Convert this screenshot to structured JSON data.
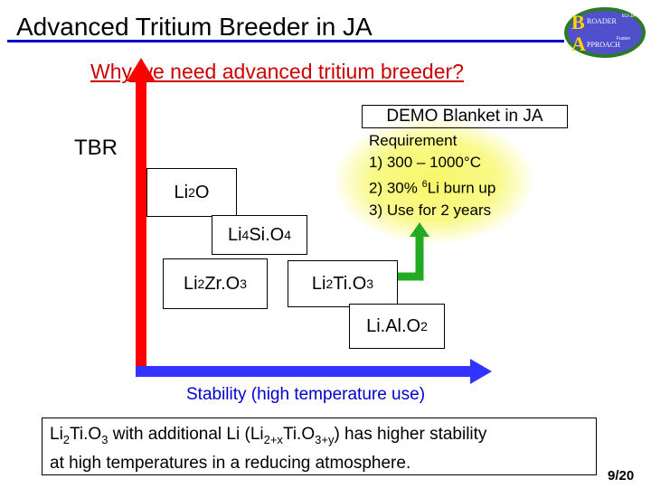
{
  "title": "Advanced Tritium Breeder in JA",
  "subtitle": "Why we need advanced tritium breeder?",
  "logo": {
    "letters": [
      "B",
      "A"
    ],
    "words": [
      "ROADER",
      "PPROACH"
    ],
    "small_text": [
      "EU-JA",
      "Fusion"
    ]
  },
  "demo_label": "DEMO Blanket in JA",
  "requirements": {
    "heading": "Requirement",
    "item1": "1) 300 – 1000°C",
    "item2_prefix": "2) 30% ",
    "item2_sup": "6",
    "item2_suffix": "Li burn up",
    "item3": "3) Use for 2 years"
  },
  "y_axis_label": "TBR",
  "x_axis_label": "Stability (high temperature use)",
  "materials": {
    "li2o": {
      "a": "Li",
      "sub1": "2",
      "b": "O"
    },
    "li4sio4": {
      "a": "Li",
      "sub1": "4",
      "b": "Si.O",
      "sub2": "4"
    },
    "li2zro3": {
      "a": "Li",
      "sub1": "2",
      "b": "Zr.O",
      "sub2": "3"
    },
    "li2tio3": {
      "a": "Li",
      "sub1": "2",
      "b": "Ti.O",
      "sub2": "3"
    },
    "lialo2": {
      "a": "Li.Al.O",
      "sub1": "2"
    }
  },
  "conclusion": {
    "p1": "Li",
    "s1": "2",
    "p2": "Ti.O",
    "s2": "3",
    "p3": " with additional Li (Li",
    "s3": "2+x",
    "p4": "Ti.O",
    "s4": "3+y",
    "p5": ") has higher stability",
    "line2": "at high temperatures in a reducing atmosphere."
  },
  "page_number": "9/20",
  "colors": {
    "y_axis": "#ff0000",
    "x_axis": "#3333ff",
    "subtitle": "#cc0000",
    "upgrade_arrow": "#22aa22",
    "highlight": "#f7f76a"
  }
}
